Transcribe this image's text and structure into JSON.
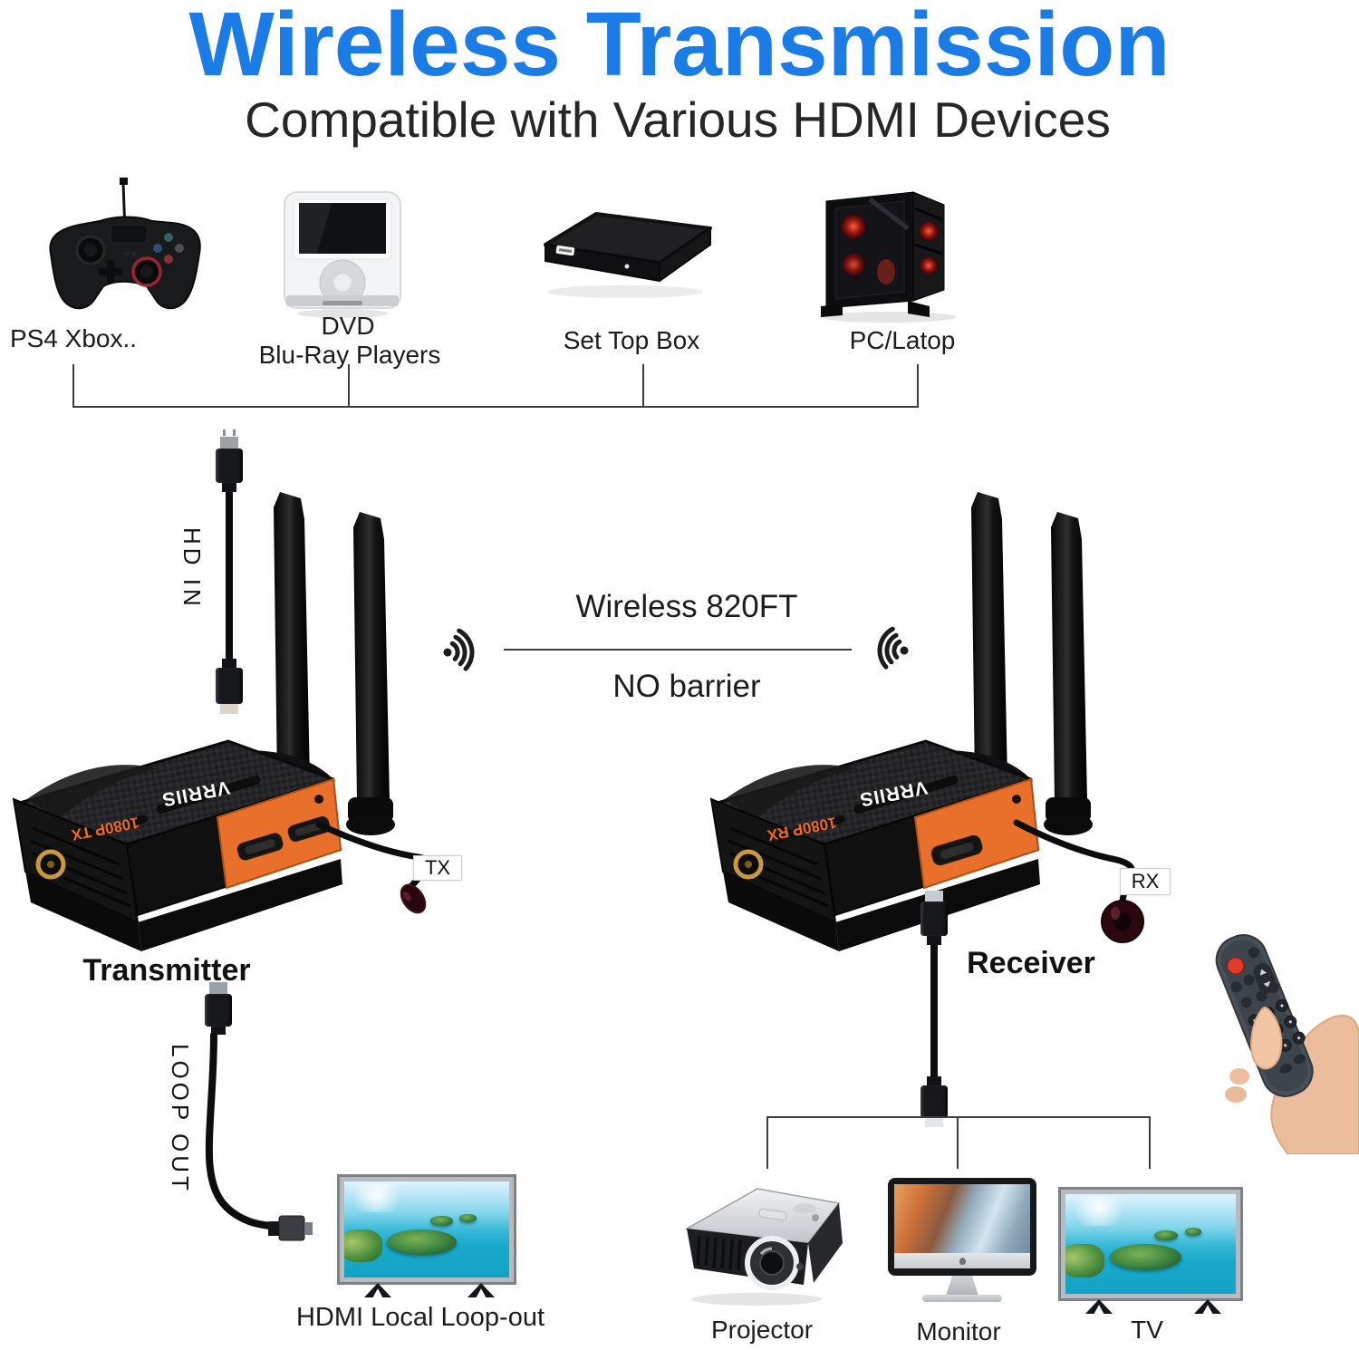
{
  "colors": {
    "title_blue": "#1b7ce6",
    "accent_orange": "#e8702b",
    "ink": "#1c1c1c"
  },
  "header": {
    "title": "Wireless Transmission",
    "subtitle": "Compatible with Various HDMI Devices"
  },
  "sources": {
    "items": [
      {
        "id": "game-console",
        "lines": [
          "PS4 Xbox.."
        ]
      },
      {
        "id": "dvd-player",
        "lines": [
          "DVD",
          "Blu-Ray Players"
        ]
      },
      {
        "id": "set-top-box",
        "lines": [
          "Set Top Box"
        ]
      },
      {
        "id": "pc",
        "lines": [
          "PC/Latop"
        ]
      }
    ]
  },
  "wireless_link": {
    "distance": "Wireless 820FT",
    "condition": "NO barrier"
  },
  "transmitter": {
    "name": "Transmitter",
    "input_label": "HD IN",
    "ir_tag": "TX",
    "brand": "VRRIIS",
    "model": "1080P TX"
  },
  "receiver": {
    "name": "Receiver",
    "ir_tag": "RX",
    "brand": "VRRIIS",
    "model": "1080P RX"
  },
  "loop_out": {
    "cable_label": "LOOP OUT",
    "display_label": "HDMI Local Loop-out"
  },
  "outputs": {
    "items": [
      {
        "label": "Projector"
      },
      {
        "label": "Monitor"
      },
      {
        "label": "TV"
      }
    ]
  }
}
